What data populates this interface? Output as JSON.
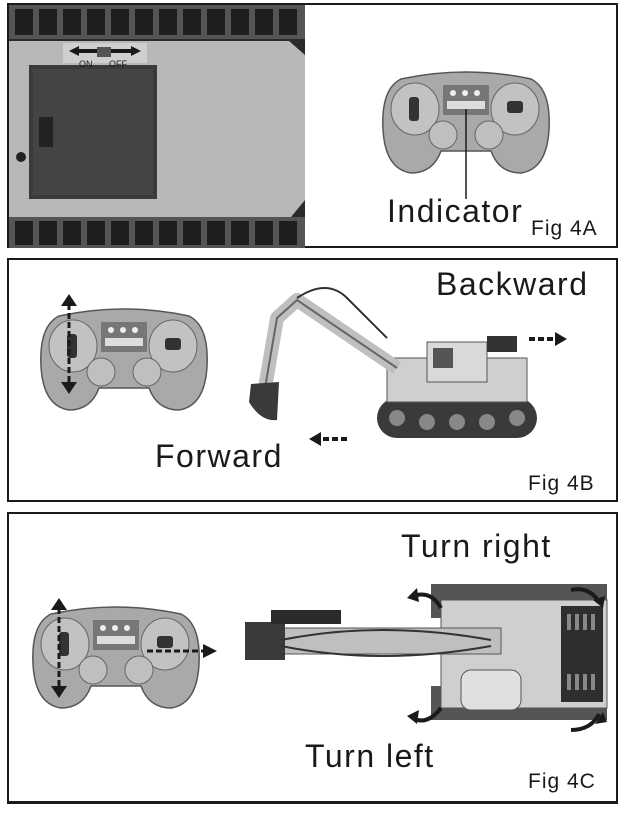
{
  "fig4a": {
    "switch_on": "ON",
    "switch_off": "OFF",
    "callout": "Indicator",
    "fig_label": "Fig 4A"
  },
  "fig4b": {
    "backward": "Backward",
    "forward": "Forward",
    "fig_label": "Fig 4B"
  },
  "fig4c": {
    "turn_right": "Turn right",
    "turn_left": "Turn left",
    "fig_label": "Fig 4C"
  },
  "icons": {
    "controller": "gamepad-controller-icon",
    "arrow": "arrow-icon",
    "rotate": "rotate-arrow-icon"
  },
  "colors": {
    "border": "#1a1a1a",
    "ink": "#1a1a1a",
    "controller_body": "#a9a9a9",
    "machine": "#cfcfcf"
  }
}
